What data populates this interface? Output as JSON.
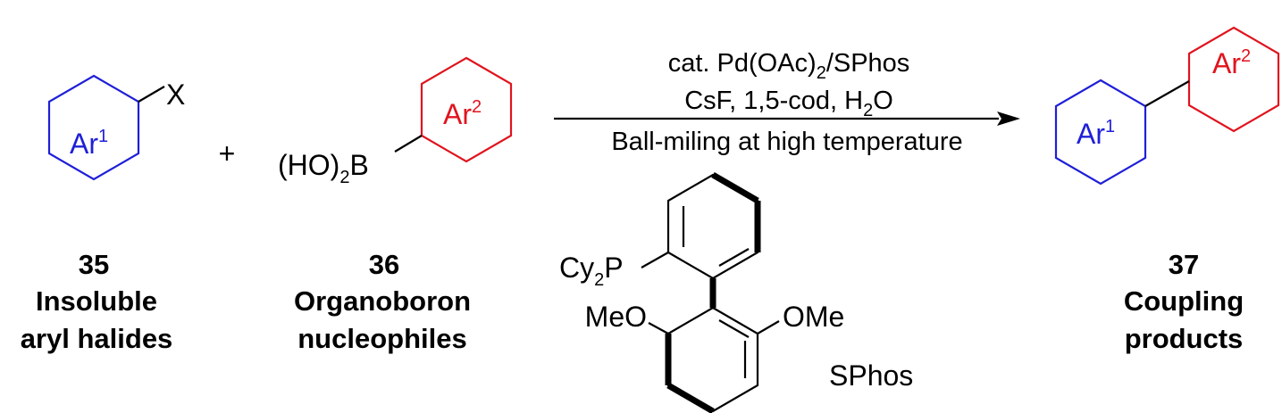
{
  "reactant1": {
    "ring": "Ar",
    "ring_sup": "1",
    "substituent": "X",
    "number": "35",
    "caption_line1": "Insoluble",
    "caption_line2": "aryl halides"
  },
  "plus": "+",
  "reactant2": {
    "boron_pre": "(HO)",
    "boron_sub": "2",
    "boron_post": "B",
    "ring": "Ar",
    "ring_sup": "2",
    "number": "36",
    "caption_line1": "Organoboron",
    "caption_line2": "nucleophiles"
  },
  "conditions": {
    "line1_pre": "cat. Pd(OAc)",
    "line1_sub": "2",
    "line1_post": "/SPhos",
    "line2_pre": "CsF, 1,5-cod, H",
    "line2_sub": "2",
    "line2_post": "O",
    "line3": "Ball-miling at high temperature"
  },
  "ligand": {
    "p_pre": "Cy",
    "p_sub": "2",
    "p_post": "P",
    "ome_left": "MeO",
    "ome_right": "OMe",
    "name": "SPhos"
  },
  "product": {
    "ring1": "Ar",
    "ring1_sup": "1",
    "ring2": "Ar",
    "ring2_sup": "2",
    "number": "37",
    "caption_line1": "Coupling",
    "caption_line2": "products"
  },
  "colors": {
    "ar1": "#1f1fd8",
    "ar2": "#e0141e",
    "bond": "#000000"
  }
}
